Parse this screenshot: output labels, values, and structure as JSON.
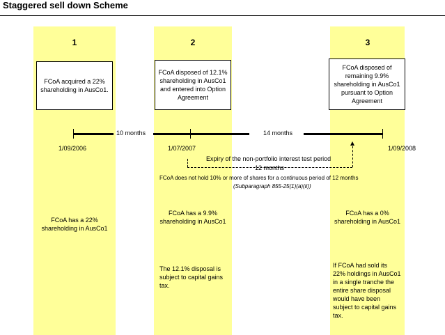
{
  "title": "Staggered sell down  Scheme",
  "columns": [
    {
      "number": "1",
      "box_text": "FCoA acquired a 22% shareholding in AusCo1.",
      "date": "1/09/2006",
      "holding_text": "FCoA has a 22% shareholding in AusCo1",
      "note": ""
    },
    {
      "number": "2",
      "box_text": "FCoA disposed of 12.1% shareholding in AusCo1 and entered into Option Agreement",
      "date": "1/07/2007",
      "holding_text": "FCoA has a 9.9% shareholding in AusCo1",
      "note": "The 12.1% disposal is subject to capital gains tax."
    },
    {
      "number": "3",
      "box_text": "FCoA disposed of remaining 9.9% shareholding in AusCo1 pursuant to Option Agreement",
      "date": "1/09/2008",
      "holding_text": "FCoA has a 0% shareholding in AusCo1",
      "note": "If FCoA had sold its 22% holdings in AusCo1 in a single tranche the entire share disposal would have been subject to capital gains tax."
    }
  ],
  "timeline": {
    "period_1": "10 months",
    "period_2": "14 months",
    "expiry_text": "Expiry of the non-portfolio interest test period",
    "twelve_months": "12 months",
    "continuous_text": "FCoA does not hold 10% or more of shares for a continuous period of 12 months",
    "subparagraph": "(Subparagraph 855-25(1)(a)(ii))"
  }
}
